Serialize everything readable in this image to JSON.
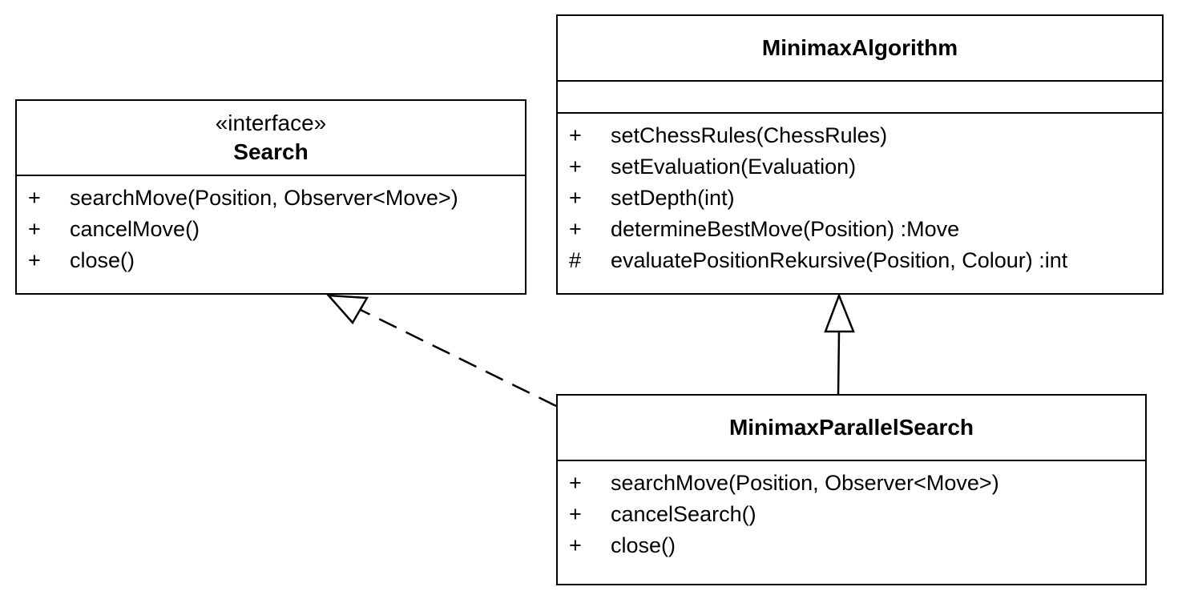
{
  "classes": {
    "search": {
      "stereotype": "«interface»",
      "name": "Search",
      "operations": [
        {
          "visibility": "+",
          "signature": "searchMove(Position, Observer<Move>)"
        },
        {
          "visibility": "+",
          "signature": "cancelMove()"
        },
        {
          "visibility": "+",
          "signature": "close()"
        }
      ]
    },
    "minimax_algorithm": {
      "name": "MinimaxAlgorithm",
      "attributes": [],
      "operations": [
        {
          "visibility": "+",
          "signature": "setChessRules(ChessRules)"
        },
        {
          "visibility": "+",
          "signature": "setEvaluation(Evaluation)"
        },
        {
          "visibility": "+",
          "signature": "setDepth(int)"
        },
        {
          "visibility": "+",
          "signature": "determineBestMove(Position)  :Move"
        },
        {
          "visibility": "#",
          "signature": "evaluatePositionRekursive(Position, Colour)  :int"
        }
      ]
    },
    "minimax_parallel_search": {
      "name": "MinimaxParallelSearch",
      "operations": [
        {
          "visibility": "+",
          "signature": "searchMove(Position, Observer<Move>)"
        },
        {
          "visibility": "+",
          "signature": "cancelSearch()"
        },
        {
          "visibility": "+",
          "signature": "close()"
        }
      ]
    }
  },
  "relations": [
    {
      "type": "realization",
      "from": "MinimaxParallelSearch",
      "to": "Search"
    },
    {
      "type": "generalization",
      "from": "MinimaxParallelSearch",
      "to": "MinimaxAlgorithm"
    }
  ]
}
